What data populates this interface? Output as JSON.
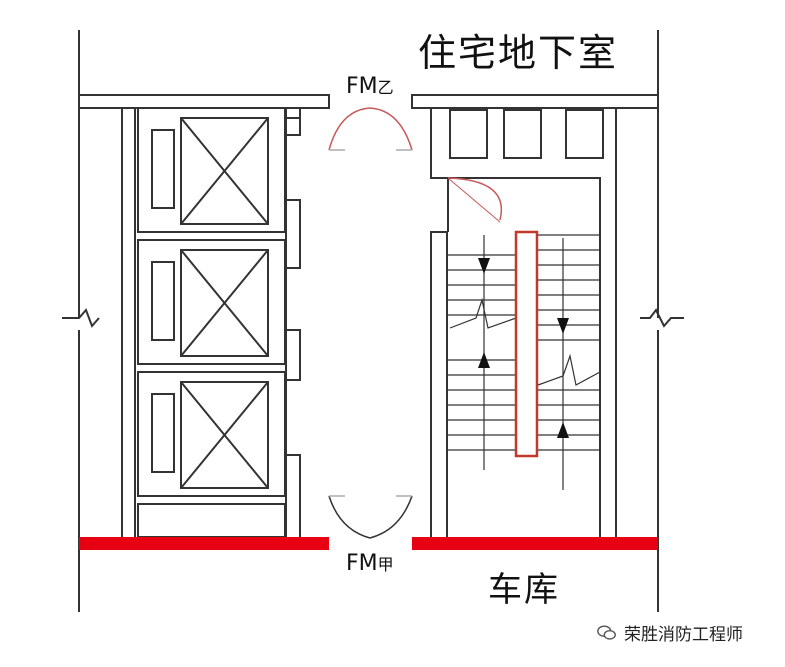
{
  "labels": {
    "residential_basement": "住宅地下室",
    "garage": "车库",
    "door_top_main": "FM",
    "door_top_sub": "乙",
    "door_bottom_main": "FM",
    "door_bottom_sub": "甲"
  },
  "watermark": {
    "text": "荣胜消防工程师",
    "icon": "wechat-icon"
  },
  "colors": {
    "line": "#333333",
    "fire_wall": "#e60012",
    "door_arc": "#c8585a",
    "handrail": "#c0392b"
  }
}
